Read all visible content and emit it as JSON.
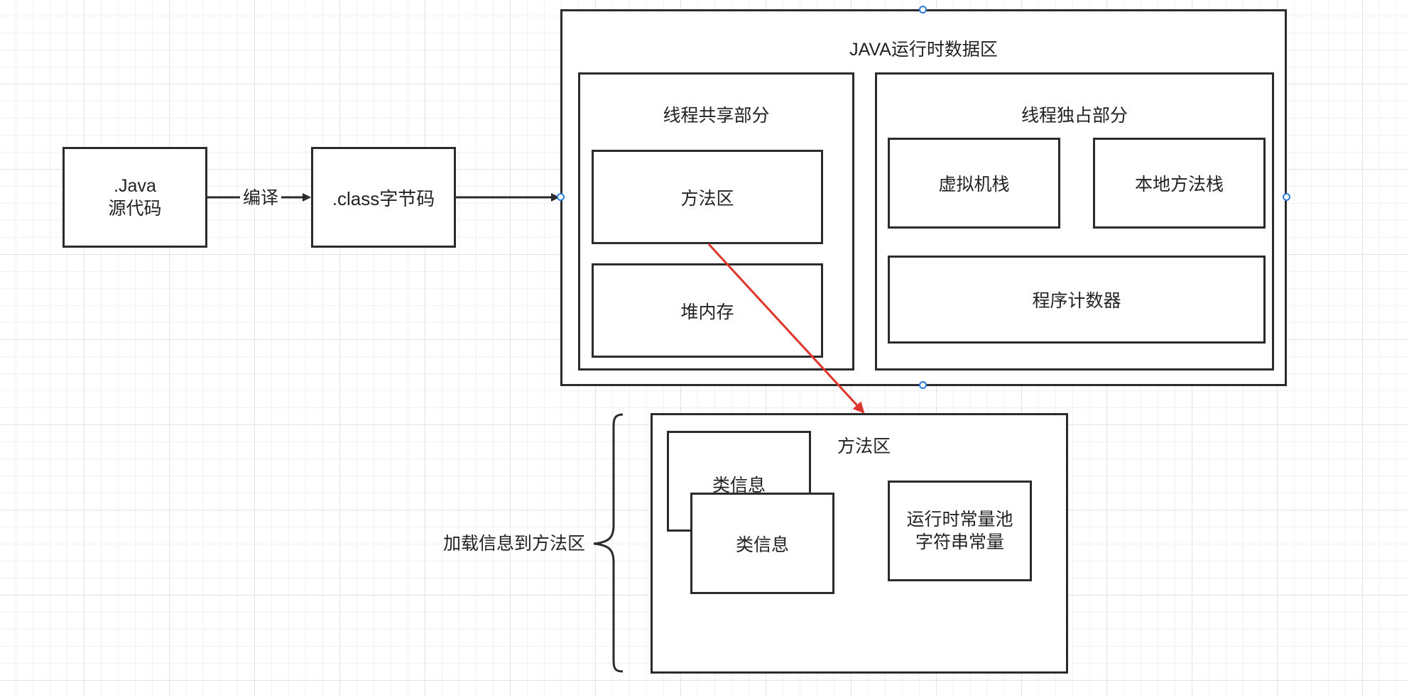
{
  "source": {
    "line1": ".Java",
    "line2": "源代码"
  },
  "compile_label": "编译",
  "bytecode": {
    "label": ".class字节码"
  },
  "runtime_area": {
    "title": "JAVA运行时数据区",
    "shared": {
      "title": "线程共享部分",
      "method_area": "方法区",
      "heap": "堆内存"
    },
    "private": {
      "title": "线程独占部分",
      "vm_stack": "虚拟机栈",
      "native_stack": "本地方法栈",
      "pc_counter": "程序计数器"
    }
  },
  "method_area_detail": {
    "title": "方法区",
    "class_info_back": "类信息",
    "class_info_front": "类信息",
    "constant_pool": {
      "line1": "运行时常量池",
      "line2": "字符串常量"
    }
  },
  "load_label": "加载信息到方法区",
  "colors": {
    "stroke": "#2b2b2b",
    "highlight_arrow": "#e0352b",
    "selection_handle": "#2a7de1",
    "grid": "#e3e3e3"
  }
}
